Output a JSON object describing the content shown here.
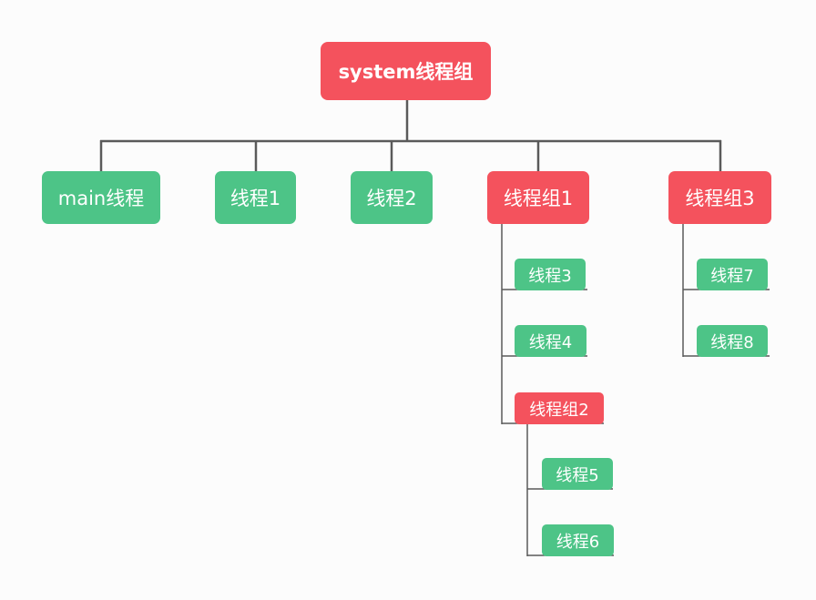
{
  "tree": {
    "root": {
      "label": "system线程组",
      "color": "#f4525d"
    },
    "level1": [
      {
        "label": "main线程",
        "color": "#4dc487"
      },
      {
        "label": "线程1",
        "color": "#4dc487"
      },
      {
        "label": "线程2",
        "color": "#4dc487"
      },
      {
        "label": "线程组1",
        "color": "#f4525d"
      },
      {
        "label": "线程组3",
        "color": "#f4525d"
      }
    ],
    "group1_children": [
      {
        "label": "线程3",
        "color": "#4dc487"
      },
      {
        "label": "线程4",
        "color": "#4dc487"
      },
      {
        "label": "线程组2",
        "color": "#f4525d"
      }
    ],
    "group2_children": [
      {
        "label": "线程5",
        "color": "#4dc487"
      },
      {
        "label": "线程6",
        "color": "#4dc487"
      }
    ],
    "group3_children": [
      {
        "label": "线程7",
        "color": "#4dc487"
      },
      {
        "label": "线程8",
        "color": "#4dc487"
      }
    ]
  },
  "colors": {
    "thread": "#4dc487",
    "thread_group": "#f4525d",
    "connector": "#5a5a5a",
    "background": "#fcfcfc"
  }
}
